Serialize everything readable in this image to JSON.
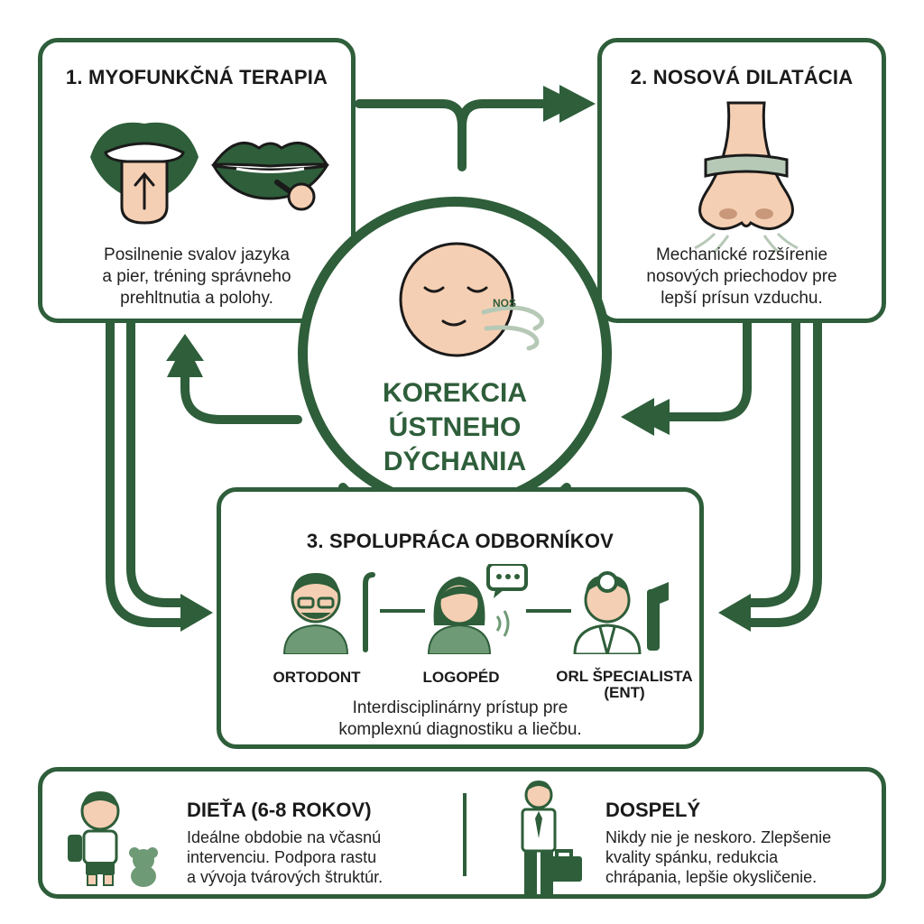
{
  "center": {
    "title_lines": [
      "KOREKCIA",
      "ÚSTNEHO",
      "DÝCHANIA"
    ],
    "breath_label": "NOS"
  },
  "step1": {
    "title": "1. MYOFUNKČNÁ TERAPIA",
    "desc_lines": [
      "Posilnenie svalov jazyka",
      "a pier, tréning správneho",
      "prehltnutia a polohy."
    ]
  },
  "step2": {
    "title": "2. NOSOVÁ DILATÁCIA",
    "desc_lines": [
      "Mechanické rozšírenie",
      "nosových priechodov pre",
      "lepší prísun vzduchu."
    ]
  },
  "step3": {
    "title": "3. SPOLUPRÁCA ODBORNÍKOV",
    "roles": [
      "ORTODONT",
      "LOGOPÉD",
      "ORL ŠPECIALISTA",
      "(ENT)"
    ],
    "desc_lines": [
      "Interdisciplinárny prístup pre",
      "komplexnú diagnostiku a liečbu."
    ]
  },
  "child": {
    "title": "DIEŤA (6-8 ROKOV)",
    "desc_lines": [
      "Ideálne obdobie na včasnú",
      "intervenciu. Podpora rastu",
      "a vývoja tvárových štruktúr."
    ]
  },
  "adult": {
    "title": "DOSPELÝ",
    "desc_lines": [
      "Nikdy nie je neskoro. Zlepšenie",
      "kvality spánku, redukcia",
      "chrápania, lepšie okysličenie."
    ]
  },
  "colors": {
    "primary": "#2e5e3a",
    "skin": "#f5cfb3",
    "light_green": "#6f9a76"
  },
  "icons": [
    "mouth-tongue-icon",
    "lips-icon",
    "nose-strip-icon",
    "sleeping-face-icon",
    "orthodontist-icon",
    "speech-therapist-icon",
    "ent-doctor-icon",
    "child-icon",
    "teddy-bear-icon",
    "businessman-icon",
    "briefcase-icon"
  ]
}
